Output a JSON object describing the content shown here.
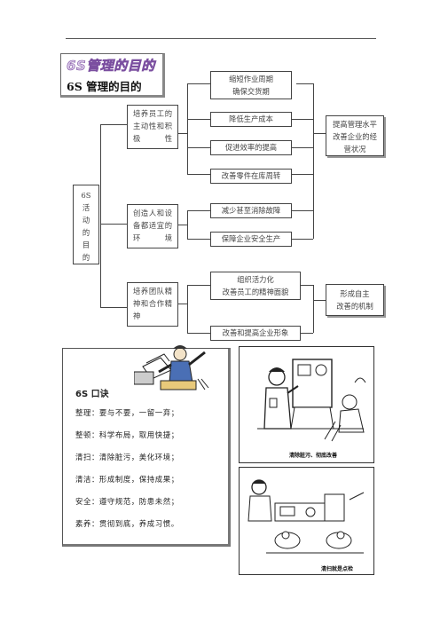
{
  "title": {
    "art_text": "6S管理的目的",
    "main_text": "6S 管理的目的"
  },
  "center": {
    "label": "6S\n活\n动\n的\n目\n的"
  },
  "groups": [
    {
      "label": "培养员工的主动性和积极性"
    },
    {
      "label": "创造人和设备都适宜的环境"
    },
    {
      "label": "培养团队精神和合作精神"
    }
  ],
  "items": [
    {
      "label": "缩短作业周期\n确保交货期"
    },
    {
      "label": "降低生产成本"
    },
    {
      "label": "促进效率的提高"
    },
    {
      "label": "改善零件在库周转"
    },
    {
      "label": "减少甚至消除故障"
    },
    {
      "label": "保障企业安全生产"
    },
    {
      "label": "组织活力化\n改善员工的精神面貌"
    },
    {
      "label": "改善和提高企业形象"
    }
  ],
  "results": [
    {
      "label": "提高管理水平\n改善企业的经\n营状况"
    },
    {
      "label": "形成自主\n改善的机制"
    }
  ],
  "poem": {
    "title": "6S 口诀",
    "lines": [
      "整理：要与不要，一留一弃；",
      "整顿：科学布局，取用快捷；",
      "清扫：清除脏污，美化环境；",
      "清洁：形成制度，保持成果；",
      "安全：遵守规范，防患未然；",
      "素养：贯彻到底，养成习惯。"
    ]
  },
  "cartoons": [
    {
      "caption": "清除脏污、彻底改善"
    },
    {
      "caption": "清扫就是点检"
    }
  ]
}
